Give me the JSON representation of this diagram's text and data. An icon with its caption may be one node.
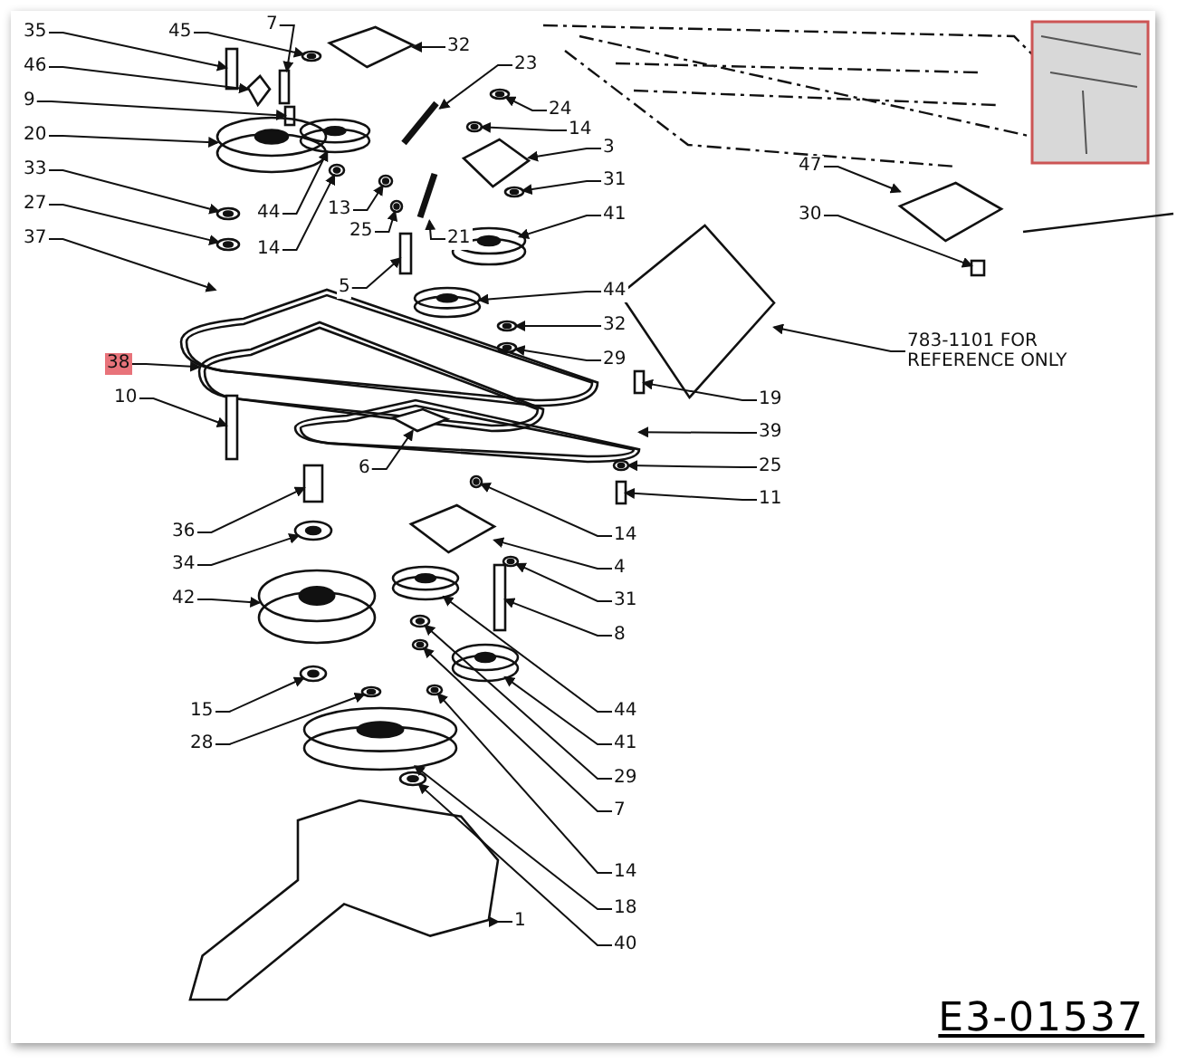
{
  "diagram": {
    "nodes": [
      {
        "text": [
          "35"
        ]
      },
      {
        "text": [
          "45"
        ]
      },
      {
        "text": [
          "7"
        ]
      },
      {
        "text": [
          "46"
        ]
      },
      {
        "text": [
          "32"
        ]
      },
      {
        "text": [
          "9"
        ]
      },
      {
        "text": [
          "23"
        ]
      },
      {
        "text": [
          "20"
        ]
      },
      {
        "text": [
          "24"
        ]
      },
      {
        "text": [
          "14"
        ]
      },
      {
        "text": [
          "3"
        ]
      },
      {
        "text": [
          "33"
        ]
      },
      {
        "text": [
          "31"
        ]
      },
      {
        "text": [
          "27"
        ]
      },
      {
        "text": [
          "44"
        ]
      },
      {
        "text": [
          "13"
        ]
      },
      {
        "text": [
          "14"
        ]
      },
      {
        "text": [
          "25"
        ]
      },
      {
        "text": [
          "21"
        ]
      },
      {
        "text": [
          "41"
        ]
      },
      {
        "text": [
          "37"
        ]
      },
      {
        "text": [
          "47"
        ]
      },
      {
        "text": [
          "30"
        ]
      },
      {
        "text": [
          "5"
        ]
      },
      {
        "text": [
          "44"
        ]
      },
      {
        "text": [
          "32"
        ]
      },
      {
        "text": [
          "783-1101 FOR REFERENCE ONLY"
        ]
      },
      {
        "text": [
          "29"
        ]
      },
      {
        "text": [
          "38"
        ]
      },
      {
        "text": [
          "10"
        ]
      },
      {
        "text": [
          "19"
        ]
      },
      {
        "text": [
          "39"
        ]
      },
      {
        "text": [
          "6"
        ]
      },
      {
        "text": [
          "25"
        ]
      },
      {
        "text": [
          "11"
        ]
      },
      {
        "text": [
          "36"
        ]
      },
      {
        "text": [
          "14"
        ]
      },
      {
        "text": [
          "34"
        ]
      },
      {
        "text": [
          "4"
        ]
      },
      {
        "text": [
          "31"
        ]
      },
      {
        "text": [
          "42"
        ]
      },
      {
        "text": [
          "8"
        ]
      },
      {
        "text": [
          "44"
        ]
      },
      {
        "text": [
          "15"
        ]
      },
      {
        "text": [
          "41"
        ]
      },
      {
        "text": [
          "28"
        ]
      },
      {
        "text": [
          "29"
        ]
      },
      {
        "text": [
          "7"
        ]
      },
      {
        "text": [
          "14"
        ]
      },
      {
        "text": [
          "1"
        ]
      },
      {
        "text": [
          "18"
        ]
      },
      {
        "text": [
          "40"
        ]
      },
      {
        "text": [],
        "shape": "cylinder"
      },
      {
        "text": [],
        "shape": "circle"
      },
      {
        "text": [],
        "shape": "cylinder"
      },
      {
        "text": [],
        "shape": "box"
      },
      {
        "text": [],
        "shape": "box"
      },
      {
        "text": [],
        "shape": "cylinder"
      },
      {
        "text": [],
        "shape": "bar"
      },
      {
        "text": [],
        "shape": "circle"
      },
      {
        "text": [],
        "shape": "circle"
      },
      {
        "text": [],
        "shape": "circle"
      },
      {
        "text": [],
        "shape": "box"
      },
      {
        "text": [],
        "shape": "circle"
      },
      {
        "text": [],
        "shape": "circle"
      },
      {
        "text": [],
        "shape": "circle"
      },
      {
        "text": [],
        "shape": "circle"
      },
      {
        "text": [],
        "shape": "circle"
      },
      {
        "text": [],
        "shape": "circle"
      },
      {
        "text": [],
        "shape": "circle"
      },
      {
        "text": [],
        "shape": "bar"
      },
      {
        "text": [],
        "shape": "circle"
      },
      {
        "text": [],
        "shape": "belt"
      },
      {
        "text": [],
        "shape": "box"
      },
      {
        "text": [],
        "shape": "cylinder"
      },
      {
        "text": [],
        "shape": "cylinder"
      },
      {
        "text": [],
        "shape": "circle"
      },
      {
        "text": [],
        "shape": "circle"
      },
      {
        "text": [],
        "shape": "box"
      },
      {
        "text": [],
        "shape": "circle"
      },
      {
        "text": [],
        "shape": "belt"
      },
      {
        "text": [],
        "shape": "cylinder"
      },
      {
        "text": [],
        "shape": "cylinder"
      },
      {
        "text": [],
        "shape": "belt"
      },
      {
        "text": [],
        "shape": "box"
      },
      {
        "text": [],
        "shape": "circle"
      },
      {
        "text": [],
        "shape": "cylinder"
      },
      {
        "text": [],
        "shape": "cylinder"
      },
      {
        "text": [],
        "shape": "circle"
      },
      {
        "text": [],
        "shape": "circle"
      },
      {
        "text": [],
        "shape": "box"
      },
      {
        "text": [],
        "shape": "circle"
      },
      {
        "text": [],
        "shape": "circle"
      },
      {
        "text": [],
        "shape": "cylinder"
      },
      {
        "text": [],
        "shape": "circle"
      },
      {
        "text": [],
        "shape": "circle"
      },
      {
        "text": [],
        "shape": "circle"
      },
      {
        "text": [],
        "shape": "circle"
      },
      {
        "text": [],
        "shape": "circle"
      },
      {
        "text": [],
        "shape": "circle"
      },
      {
        "text": [],
        "shape": "circle"
      },
      {
        "text": [],
        "shape": "picture"
      },
      {
        "text": [],
        "shape": "circle"
      },
      {
        "text": [],
        "shape": "circle"
      }
    ],
    "edges": [
      {
        "from": 0,
        "to": 52,
        "arrow": "to"
      },
      {
        "from": 1,
        "to": 53,
        "arrow": "to"
      },
      {
        "from": 2,
        "to": 54,
        "arrow": "to"
      },
      {
        "from": 3,
        "to": 55,
        "arrow": "to"
      },
      {
        "from": 4,
        "to": 56,
        "arrow": "to"
      },
      {
        "from": 5,
        "to": 57,
        "arrow": "to"
      },
      {
        "from": 6,
        "to": 58,
        "arrow": "to"
      },
      {
        "from": 7,
        "to": 59,
        "arrow": "to"
      },
      {
        "from": 8,
        "to": 60,
        "arrow": "to"
      },
      {
        "from": 9,
        "to": 61,
        "arrow": "to"
      },
      {
        "from": 10,
        "to": 62,
        "arrow": "to"
      },
      {
        "from": 11,
        "to": 63,
        "arrow": "to"
      },
      {
        "from": 12,
        "to": 64,
        "arrow": "to"
      },
      {
        "from": 13,
        "to": 65,
        "arrow": "to"
      },
      {
        "from": 14,
        "to": 66,
        "arrow": "to"
      },
      {
        "from": 15,
        "to": 67,
        "arrow": "to"
      },
      {
        "from": 16,
        "to": 68,
        "arrow": "to"
      },
      {
        "from": 17,
        "to": 69,
        "arrow": "to"
      },
      {
        "from": 18,
        "to": 70,
        "arrow": "to"
      },
      {
        "from": 19,
        "to": 71,
        "arrow": "to"
      },
      {
        "from": 20,
        "to": 72,
        "arrow": "to"
      },
      {
        "from": 21,
        "to": 73,
        "arrow": "to"
      },
      {
        "from": 22,
        "to": 74,
        "arrow": "to"
      },
      {
        "from": 23,
        "to": 75,
        "arrow": "to"
      },
      {
        "from": 24,
        "to": 76,
        "arrow": "to"
      },
      {
        "from": 25,
        "to": 77,
        "arrow": "to"
      },
      {
        "from": 26,
        "to": 78,
        "arrow": "to"
      },
      {
        "from": 27,
        "to": 79,
        "arrow": "to"
      },
      {
        "from": 28,
        "to": 80,
        "arrow": "to"
      },
      {
        "from": 29,
        "to": 81,
        "arrow": "to"
      },
      {
        "from": 30,
        "to": 82,
        "arrow": "to"
      },
      {
        "from": 31,
        "to": 83,
        "arrow": "to"
      },
      {
        "from": 32,
        "to": 84,
        "arrow": "to"
      },
      {
        "from": 33,
        "to": 85,
        "arrow": "to"
      },
      {
        "from": 34,
        "to": 86,
        "arrow": "to"
      },
      {
        "from": 35,
        "to": 87,
        "arrow": "to"
      },
      {
        "from": 36,
        "to": 88,
        "arrow": "to"
      },
      {
        "from": 37,
        "to": 89,
        "arrow": "to"
      },
      {
        "from": 38,
        "to": 90,
        "arrow": "to"
      },
      {
        "from": 39,
        "to": 91,
        "arrow": "to"
      },
      {
        "from": 40,
        "to": 92,
        "arrow": "to"
      },
      {
        "from": 41,
        "to": 93,
        "arrow": "to"
      },
      {
        "from": 42,
        "to": 94,
        "arrow": "to"
      },
      {
        "from": 43,
        "to": 95,
        "arrow": "to"
      },
      {
        "from": 44,
        "to": 96,
        "arrow": "to"
      },
      {
        "from": 45,
        "to": 97,
        "arrow": "to"
      },
      {
        "from": 46,
        "to": 98,
        "arrow": "to"
      },
      {
        "from": 47,
        "to": 99,
        "arrow": "to"
      },
      {
        "from": 48,
        "to": 100,
        "arrow": "to"
      },
      {
        "from": 49,
        "to": 101,
        "arrow": "to"
      },
      {
        "from": 50,
        "to": 102,
        "arrow": "to"
      },
      {
        "from": 51,
        "to": 103,
        "arrow": "to"
      }
    ],
    "labels": [
      "E3-01537"
    ]
  }
}
